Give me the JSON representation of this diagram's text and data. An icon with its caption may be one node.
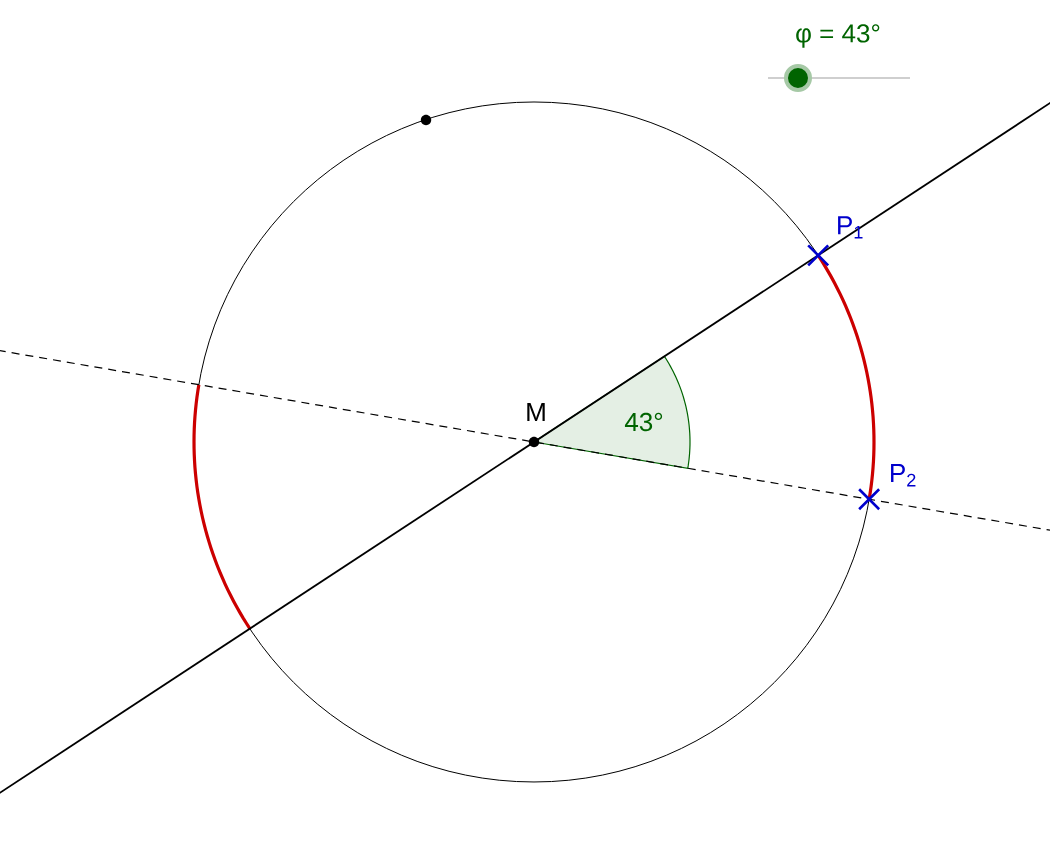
{
  "diagram": {
    "labels": [
      "φ = 43°",
      "P$_{1}$",
      "M",
      "43°",
      "P$_{2}$"
    ]
  }
}
